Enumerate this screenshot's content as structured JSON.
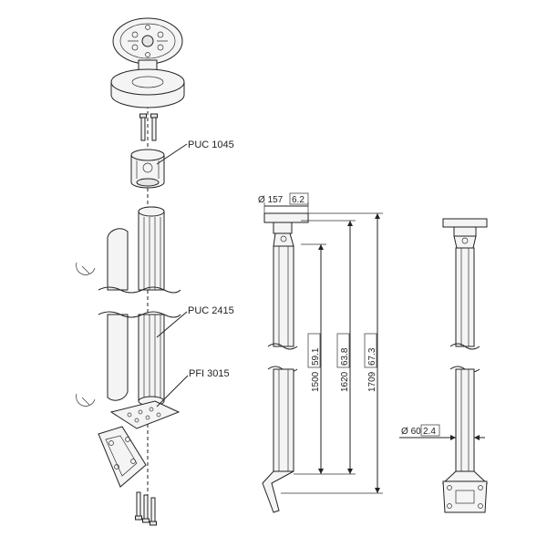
{
  "labels": {
    "puc1045": "PUC 1045",
    "puc2415": "PUC 2415",
    "pfi3015": "PFI 3015"
  },
  "dimensions": {
    "diameter_top": "157",
    "diameter_top_in": "6.2",
    "h1500": "1500",
    "h1500_in": "59.1",
    "h1620": "1620",
    "h1620_in": "63.8",
    "h1709": "1709",
    "h1709_in": "67.3",
    "diameter_tube": "60",
    "diameter_tube_in": "2.4"
  },
  "symbols": {
    "diameter": "Ø"
  }
}
